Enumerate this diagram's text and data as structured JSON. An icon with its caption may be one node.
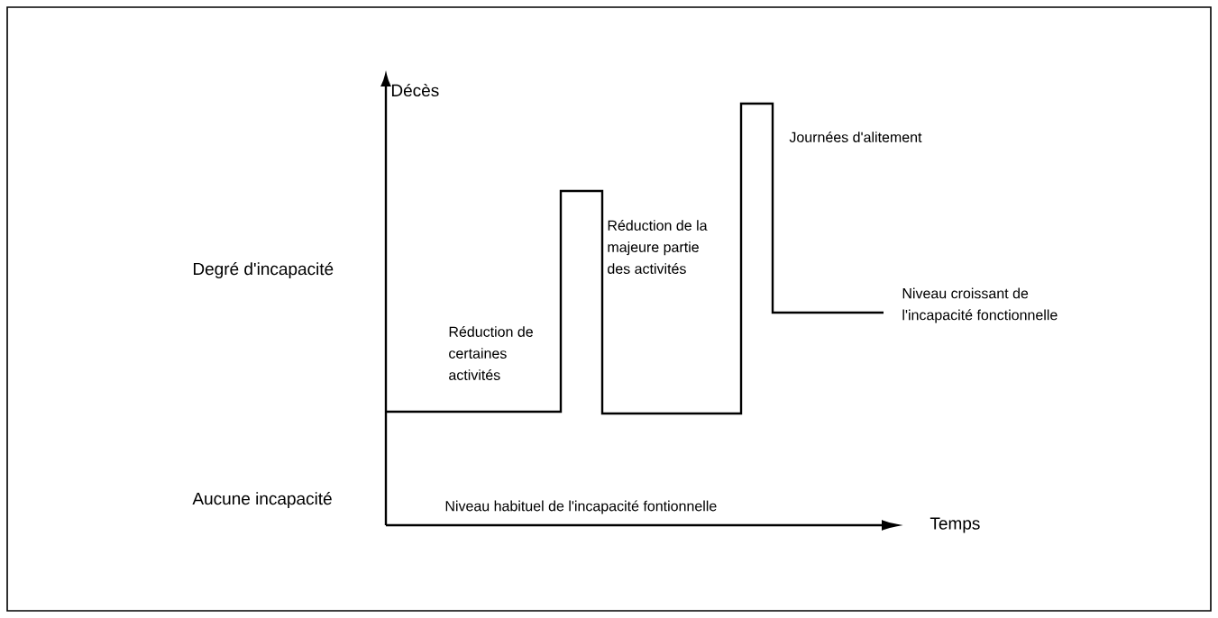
{
  "diagram": {
    "labels": [
      "Décès",
      "Degré d'incapacité",
      "Réduction de certaines activités",
      "Réduction de la majeure partie des activités",
      "Journées d'alitement",
      "Niveau croissant de l'incapacité fonctionnelle",
      "Aucune incapacité",
      "Niveau habituel de l'incapacité fontionnelle",
      "Temps"
    ]
  }
}
